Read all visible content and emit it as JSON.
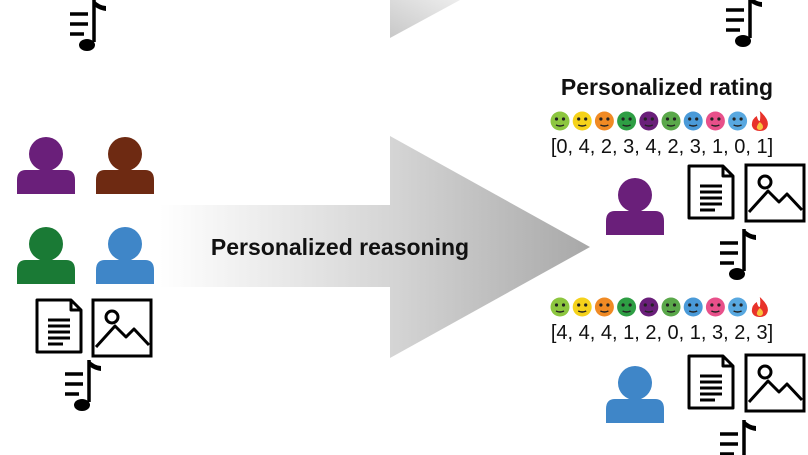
{
  "labels": {
    "center": "Personalized reasoning",
    "rating_title": "Personalized rating"
  },
  "ratings": [
    {
      "user_color": "#6a1f7a",
      "values": "[0, 4, 2, 3, 4, 2, 3, 1, 0, 1]"
    },
    {
      "user_color": "#3f86c8",
      "values": "[4, 4, 4, 1, 2, 0, 1, 3, 2, 3]"
    }
  ],
  "left_users": [
    {
      "name": "purple",
      "color": "#6a1f7a"
    },
    {
      "name": "brown",
      "color": "#6e2a12"
    },
    {
      "name": "green",
      "color": "#1a7a35"
    },
    {
      "name": "blue",
      "color": "#3f86c8"
    }
  ],
  "emotions": [
    {
      "icon": "grimace-face",
      "color": "#8cc63f"
    },
    {
      "icon": "surprised-face",
      "color": "#f5d21a"
    },
    {
      "icon": "fear-face",
      "color": "#f08a24"
    },
    {
      "icon": "disgust-face",
      "color": "#2e9e44"
    },
    {
      "icon": "angry-face",
      "color": "#6a1f7a"
    },
    {
      "icon": "dizzy-face",
      "color": "#5aa84a"
    },
    {
      "icon": "sad-face",
      "color": "#4a9ad8"
    },
    {
      "icon": "sleepy-face",
      "color": "#e8508a"
    },
    {
      "icon": "plus-minus-face",
      "color": "#58a8e0"
    },
    {
      "icon": "fire-icon",
      "color": "#e8322a"
    }
  ]
}
